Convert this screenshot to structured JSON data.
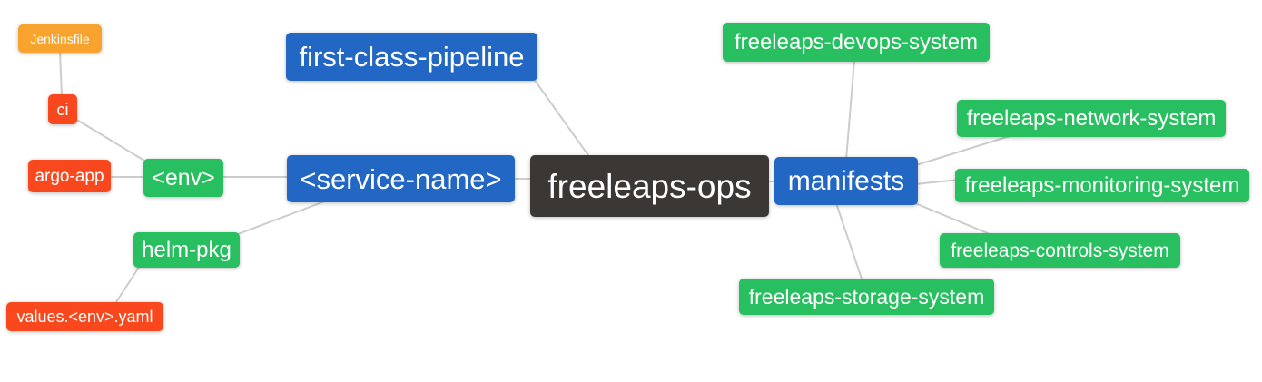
{
  "diagram": {
    "type": "mindmap",
    "root_id": "freeleaps-ops",
    "colors": {
      "background": "#ffffff",
      "edge": "#cccccc",
      "text": "#ffffff",
      "root_bg": "#3b3735",
      "branch_bg": "#2267c4",
      "green_bg": "#27bf5f",
      "red_bg": "#f9481d",
      "orange_bg": "#f8a32e"
    },
    "nodes": [
      {
        "id": "jenkinsfile",
        "label": "Jenkinsfile",
        "color": "orange",
        "depth": 4
      },
      {
        "id": "ci",
        "label": "ci",
        "color": "red",
        "depth": 3
      },
      {
        "id": "argo-app",
        "label": "argo-app",
        "color": "red",
        "depth": 3
      },
      {
        "id": "env",
        "label": "<env>",
        "color": "green",
        "depth": 2
      },
      {
        "id": "helm-pkg",
        "label": "helm-pkg",
        "color": "green",
        "depth": 2
      },
      {
        "id": "values-env-yaml",
        "label": "values.<env>.yaml",
        "color": "red",
        "depth": 3
      },
      {
        "id": "first-class-pipeline",
        "label": "first-class-pipeline",
        "color": "blue",
        "depth": 1
      },
      {
        "id": "service-name",
        "label": "<service-name>",
        "color": "blue",
        "depth": 1
      },
      {
        "id": "freeleaps-ops",
        "label": "freeleaps-ops",
        "color": "dark",
        "depth": 0
      },
      {
        "id": "manifests",
        "label": "manifests",
        "color": "blue",
        "depth": 1
      },
      {
        "id": "freeleaps-devops-system",
        "label": "freeleaps-devops-system",
        "color": "green",
        "depth": 2
      },
      {
        "id": "freeleaps-network-system",
        "label": "freeleaps-network-system",
        "color": "green",
        "depth": 2
      },
      {
        "id": "freeleaps-monitoring-system",
        "label": "freeleaps-monitoring-system",
        "color": "green",
        "depth": 2
      },
      {
        "id": "freeleaps-controls-system",
        "label": "freeleaps-controls-system",
        "color": "green",
        "depth": 2
      },
      {
        "id": "freeleaps-storage-system",
        "label": "freeleaps-storage-system",
        "color": "green",
        "depth": 2
      }
    ],
    "edges": [
      {
        "parent": "freeleaps-ops",
        "child": "first-class-pipeline"
      },
      {
        "parent": "freeleaps-ops",
        "child": "service-name"
      },
      {
        "parent": "freeleaps-ops",
        "child": "manifests"
      },
      {
        "parent": "service-name",
        "child": "env"
      },
      {
        "parent": "service-name",
        "child": "helm-pkg"
      },
      {
        "parent": "env",
        "child": "argo-app"
      },
      {
        "parent": "env",
        "child": "ci"
      },
      {
        "parent": "ci",
        "child": "jenkinsfile"
      },
      {
        "parent": "helm-pkg",
        "child": "values-env-yaml"
      },
      {
        "parent": "manifests",
        "child": "freeleaps-devops-system"
      },
      {
        "parent": "manifests",
        "child": "freeleaps-network-system"
      },
      {
        "parent": "manifests",
        "child": "freeleaps-monitoring-system"
      },
      {
        "parent": "manifests",
        "child": "freeleaps-controls-system"
      },
      {
        "parent": "manifests",
        "child": "freeleaps-storage-system"
      }
    ]
  }
}
